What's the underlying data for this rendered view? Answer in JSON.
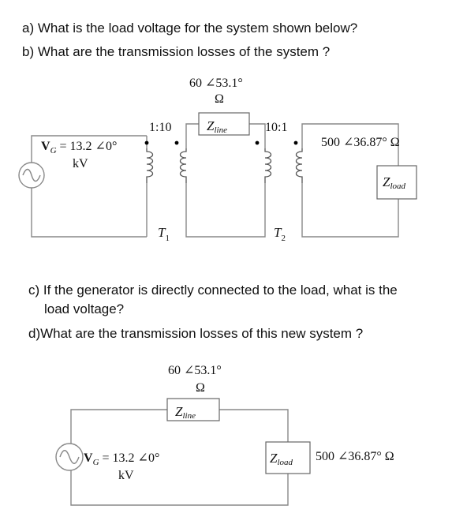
{
  "questions": {
    "a": "a) What is the load voltage for the system shown below?",
    "b": "b) What are the transmission losses of the system ?",
    "c1": "c) If the generator is directly connected to the load, what is the",
    "c2": "load voltage?",
    "d": "d)What are the transmission losses of this new system ?"
  },
  "diagram1": {
    "line_impedance": {
      "value": "60 ∠53.1°",
      "unit": "Ω",
      "symbol": "Z",
      "subscript": "line"
    },
    "source": {
      "symbol": "V",
      "subscript": "G",
      "value": " = 13.2 ∠0°",
      "unit": "kV"
    },
    "t1": {
      "ratio": "1:10",
      "symbol": "T",
      "subscript": "1"
    },
    "t2": {
      "ratio": "10:1",
      "symbol": "T",
      "subscript": "2"
    },
    "load": {
      "value": "500 ∠36.87° Ω",
      "symbol": "Z",
      "subscript": "load"
    }
  },
  "diagram2": {
    "line_impedance": {
      "value": "60 ∠53.1°",
      "unit": "Ω",
      "symbol": "Z",
      "subscript": "line"
    },
    "source": {
      "symbol": "V",
      "subscript": "G",
      "value": " = 13.2 ∠0°",
      "unit": "kV"
    },
    "load": {
      "value": "500 ∠36.87° Ω",
      "symbol": "Z",
      "subscript": "load"
    }
  }
}
